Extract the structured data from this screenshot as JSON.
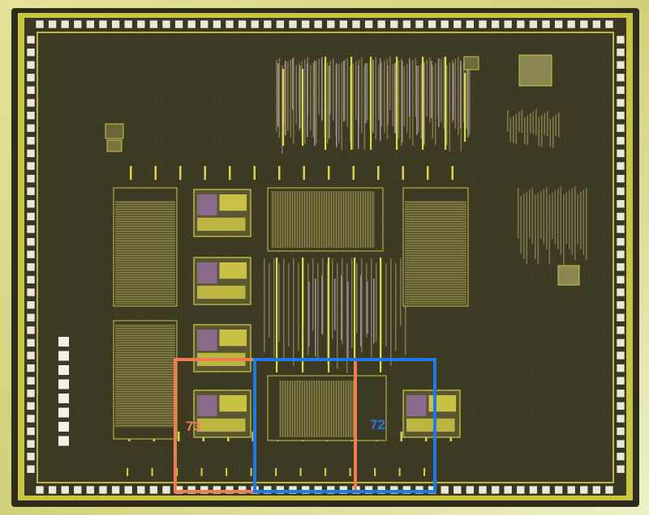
{
  "image": {
    "description_colors": {
      "die_bg": "#3e3b26",
      "pad_ring": "#d8d64a",
      "pad_fill": "#e8e8d8",
      "block_green": "#6f6a3a",
      "logic_purple": "#8a6a8a"
    }
  },
  "annotations": [
    {
      "id": "73",
      "label": "73",
      "color": "#f07c52"
    },
    {
      "id": "72",
      "label": "72",
      "color": "#1e7be6"
    }
  ]
}
